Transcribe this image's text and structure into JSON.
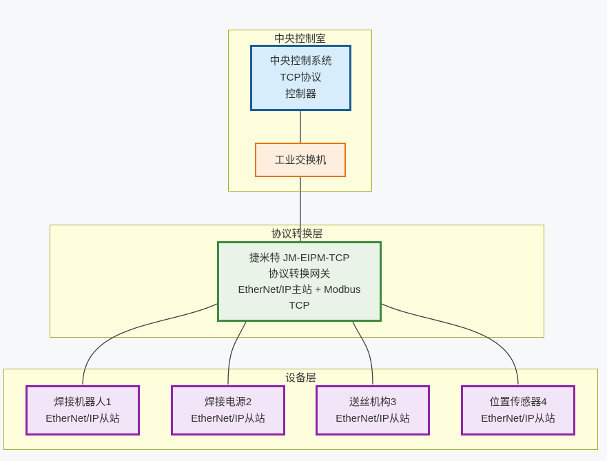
{
  "page": {
    "background": "#f7f8fa"
  },
  "clusters": {
    "control_room": {
      "title": "中央控制室",
      "fill": "#ffffde",
      "stroke": "#aaaa33"
    },
    "protocol_layer": {
      "title": "协议转换层",
      "fill": "#ffffde",
      "stroke": "#aaaa33"
    },
    "device_layer": {
      "title": "设备层",
      "fill": "#ffffde",
      "stroke": "#aaaa33"
    }
  },
  "nodes": {
    "central_system": {
      "lines": [
        "中央控制系统",
        "TCP协议",
        "控制器"
      ],
      "fill": "#d7edfc",
      "stroke": "#1a5c96"
    },
    "industrial_switch": {
      "label": "工业交换机",
      "fill": "#fdeedd",
      "stroke": "#e8750f"
    },
    "gateway": {
      "lines": [
        "捷米特 JM-EIPM-TCP",
        "协议转换网关",
        "EtherNet/IP主站 + Modbus",
        "TCP"
      ],
      "fill": "#e9f3e7",
      "stroke": "#3d8b3d"
    },
    "devices": [
      {
        "lines": [
          "焊接机器人1",
          "EtherNet/IP从站"
        ]
      },
      {
        "lines": [
          "焊接电源2",
          "EtherNet/IP从站"
        ]
      },
      {
        "lines": [
          "送丝机构3",
          "EtherNet/IP从站"
        ]
      },
      {
        "lines": [
          "位置传感器4",
          "EtherNet/IP从站"
        ]
      }
    ],
    "device_style": {
      "fill": "#f2e5f7",
      "stroke": "#8e24aa"
    }
  },
  "edges": {
    "straight_color": "#808080",
    "curved_color": "#3f3f3f",
    "connections": [
      "central_system -> industrial_switch",
      "industrial_switch -> gateway",
      "gateway -> device_1",
      "gateway -> device_2",
      "gateway -> device_3",
      "gateway -> device_4"
    ]
  }
}
